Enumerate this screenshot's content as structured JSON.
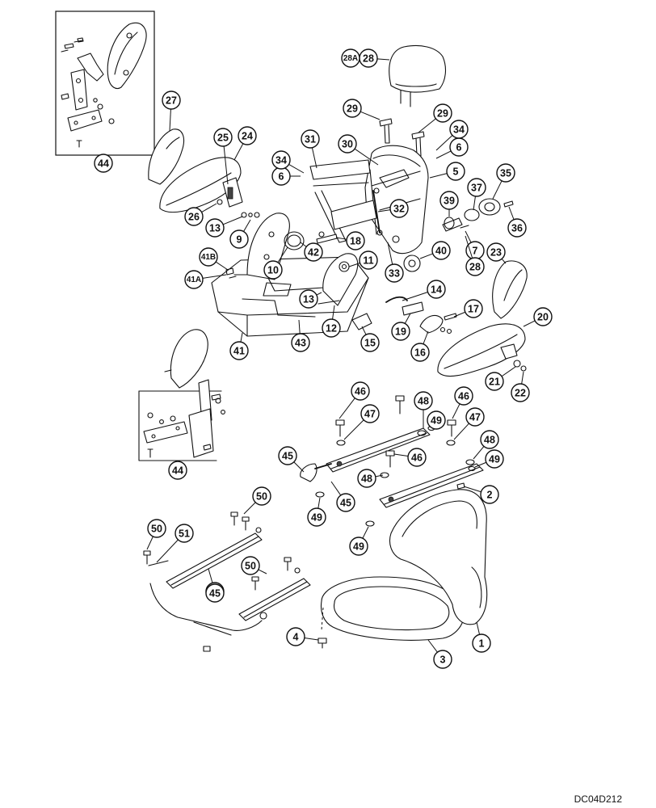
{
  "drawing_code": "DC04D212",
  "callouts": [
    {
      "id": "1",
      "label": "1"
    },
    {
      "id": "2",
      "label": "2"
    },
    {
      "id": "3",
      "label": "3"
    },
    {
      "id": "4",
      "label": "4"
    },
    {
      "id": "5",
      "label": "5"
    },
    {
      "id": "6a",
      "label": "6"
    },
    {
      "id": "6b",
      "label": "6"
    },
    {
      "id": "7",
      "label": "7"
    },
    {
      "id": "9",
      "label": "9"
    },
    {
      "id": "10",
      "label": "10"
    },
    {
      "id": "11",
      "label": "11"
    },
    {
      "id": "12",
      "label": "12"
    },
    {
      "id": "13a",
      "label": "13"
    },
    {
      "id": "13b",
      "label": "13"
    },
    {
      "id": "14",
      "label": "14"
    },
    {
      "id": "15",
      "label": "15"
    },
    {
      "id": "16",
      "label": "16"
    },
    {
      "id": "17",
      "label": "17"
    },
    {
      "id": "18",
      "label": "18"
    },
    {
      "id": "19",
      "label": "19"
    },
    {
      "id": "20",
      "label": "20"
    },
    {
      "id": "21",
      "label": "21"
    },
    {
      "id": "22",
      "label": "22"
    },
    {
      "id": "23",
      "label": "23"
    },
    {
      "id": "24",
      "label": "24"
    },
    {
      "id": "25",
      "label": "25"
    },
    {
      "id": "26",
      "label": "26"
    },
    {
      "id": "27",
      "label": "27"
    },
    {
      "id": "28",
      "label": "28"
    },
    {
      "id": "28b",
      "label": "28"
    },
    {
      "id": "28A",
      "label": "28A"
    },
    {
      "id": "29a",
      "label": "29"
    },
    {
      "id": "29b",
      "label": "29"
    },
    {
      "id": "30",
      "label": "30"
    },
    {
      "id": "31",
      "label": "31"
    },
    {
      "id": "32",
      "label": "32"
    },
    {
      "id": "33",
      "label": "33"
    },
    {
      "id": "34a",
      "label": "34"
    },
    {
      "id": "34b",
      "label": "34"
    },
    {
      "id": "35",
      "label": "35"
    },
    {
      "id": "36",
      "label": "36"
    },
    {
      "id": "37",
      "label": "37"
    },
    {
      "id": "39",
      "label": "39"
    },
    {
      "id": "40",
      "label": "40"
    },
    {
      "id": "41",
      "label": "41"
    },
    {
      "id": "41A",
      "label": "41A"
    },
    {
      "id": "41B",
      "label": "41B"
    },
    {
      "id": "42",
      "label": "42"
    },
    {
      "id": "43",
      "label": "43"
    },
    {
      "id": "44a",
      "label": "44"
    },
    {
      "id": "44b",
      "label": "44"
    },
    {
      "id": "45a",
      "label": "45"
    },
    {
      "id": "45b",
      "label": "45"
    },
    {
      "id": "45c",
      "label": "45"
    },
    {
      "id": "45d",
      "label": "45"
    },
    {
      "id": "46a",
      "label": "46"
    },
    {
      "id": "46b",
      "label": "46"
    },
    {
      "id": "46c",
      "label": "46"
    },
    {
      "id": "47a",
      "label": "47"
    },
    {
      "id": "47b",
      "label": "47"
    },
    {
      "id": "48a",
      "label": "48"
    },
    {
      "id": "48b",
      "label": "48"
    },
    {
      "id": "48c",
      "label": "48"
    },
    {
      "id": "49a",
      "label": "49"
    },
    {
      "id": "49b",
      "label": "49"
    },
    {
      "id": "49c",
      "label": "49"
    },
    {
      "id": "49d",
      "label": "49"
    },
    {
      "id": "50a",
      "label": "50"
    },
    {
      "id": "50b",
      "label": "50"
    },
    {
      "id": "50c",
      "label": "50"
    },
    {
      "id": "51",
      "label": "51"
    }
  ]
}
